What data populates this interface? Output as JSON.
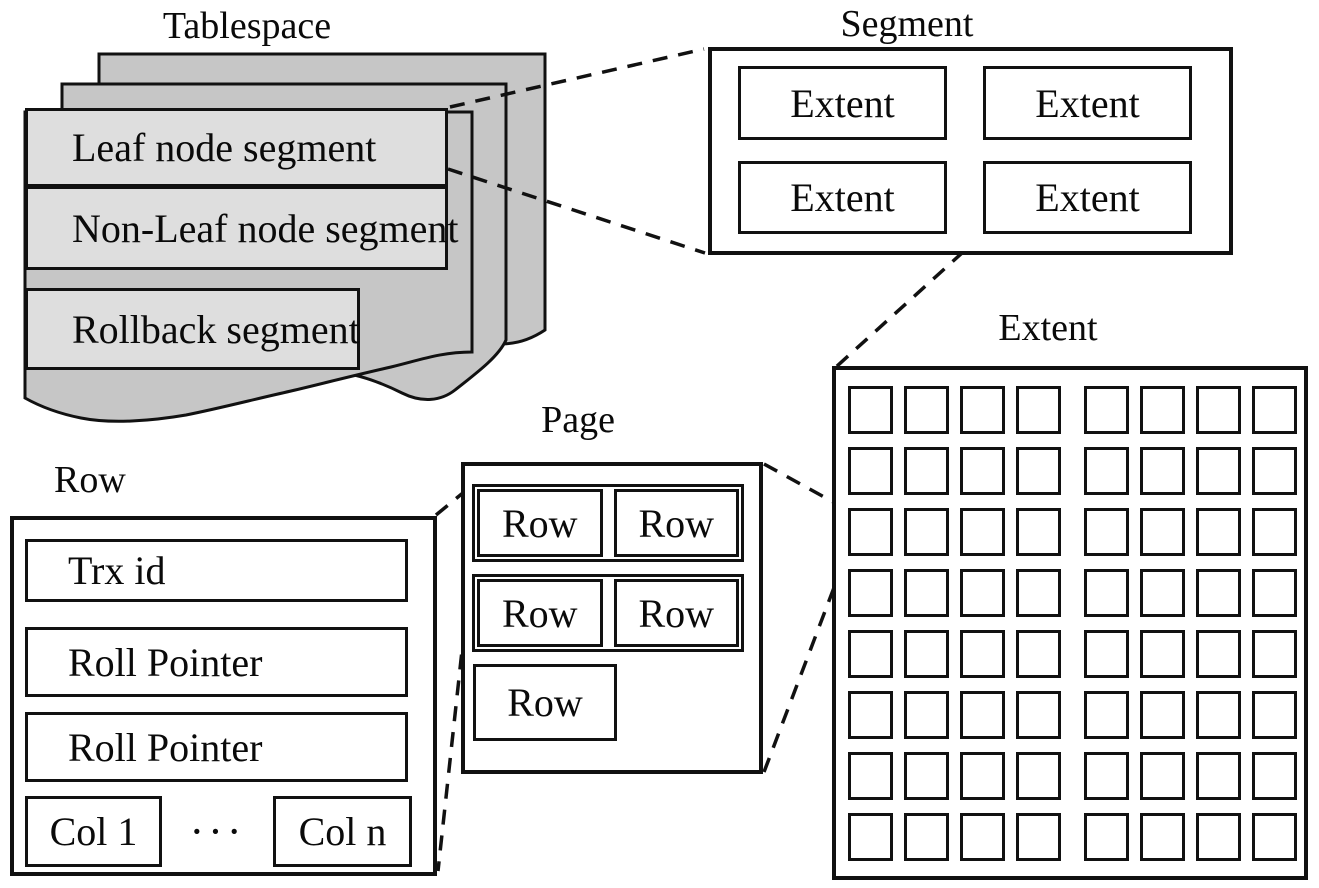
{
  "diagram": {
    "colors": {
      "sheet": "#c6c6c6",
      "bar": "#dedede",
      "line": "#111111"
    },
    "tablespace": {
      "title": "Tablespace",
      "segments": [
        "Leaf node segment",
        "Non-Leaf node segment",
        "Rollback segment"
      ]
    },
    "segment": {
      "title": "Segment",
      "extents": [
        "Extent",
        "Extent",
        "Extent",
        "Extent"
      ]
    },
    "extent": {
      "title": "Extent",
      "grid": {
        "rows": 8,
        "cols": 8
      }
    },
    "page": {
      "title": "Page",
      "cells": [
        "Row",
        "Row",
        "Row",
        "Row",
        "Row"
      ]
    },
    "row": {
      "title": "Row",
      "fields": [
        "Trx id",
        "Roll Pointer",
        "Roll Pointer"
      ],
      "cols": {
        "first": "Col 1",
        "ellipsis": "···",
        "last": "Col n"
      }
    }
  }
}
